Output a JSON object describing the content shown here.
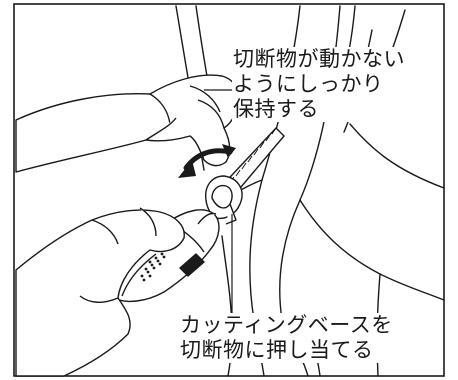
{
  "callouts": {
    "hold": {
      "lines": [
        "切断物が動かない",
        "ようにしっかり",
        "保持する"
      ]
    },
    "base": {
      "lines": [
        "カッティングベースを",
        "切断物に押し当てる"
      ]
    }
  },
  "icons": {
    "rotate": "curved-double-arrow-icon"
  },
  "colors": {
    "line": "#1a1a1a",
    "background": "#ffffff"
  }
}
